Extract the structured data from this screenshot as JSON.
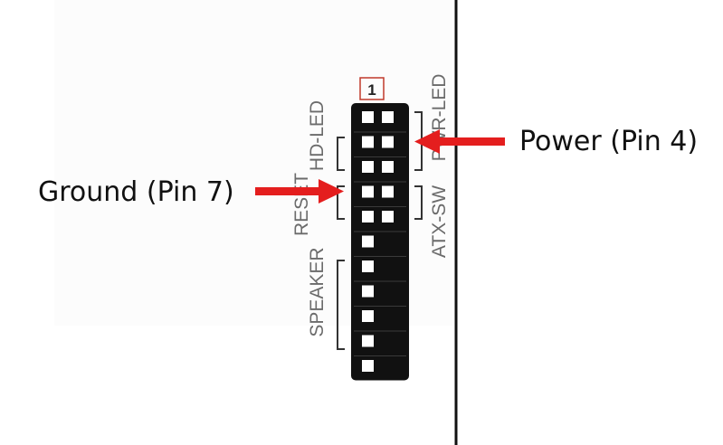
{
  "header": {
    "pin_one_label": "1",
    "rows_with_both_pins": 5,
    "total_rows": 11
  },
  "labels": {
    "hd_led": "HD-LED",
    "reset": "RESET",
    "speaker": "SPEAKER",
    "atx_sw": "ATX-SW",
    "pwr_led": "PWR-LED"
  },
  "callouts": {
    "power": "Power (Pin 4)",
    "ground": "Ground (Pin 7)"
  },
  "colors": {
    "header_body": "#111111",
    "pin": "#ffffff",
    "arrow": "#e41e1e",
    "label_text": "#6b6b6b",
    "pin_one_box": "#c0392b",
    "board_edge": "#111111"
  }
}
